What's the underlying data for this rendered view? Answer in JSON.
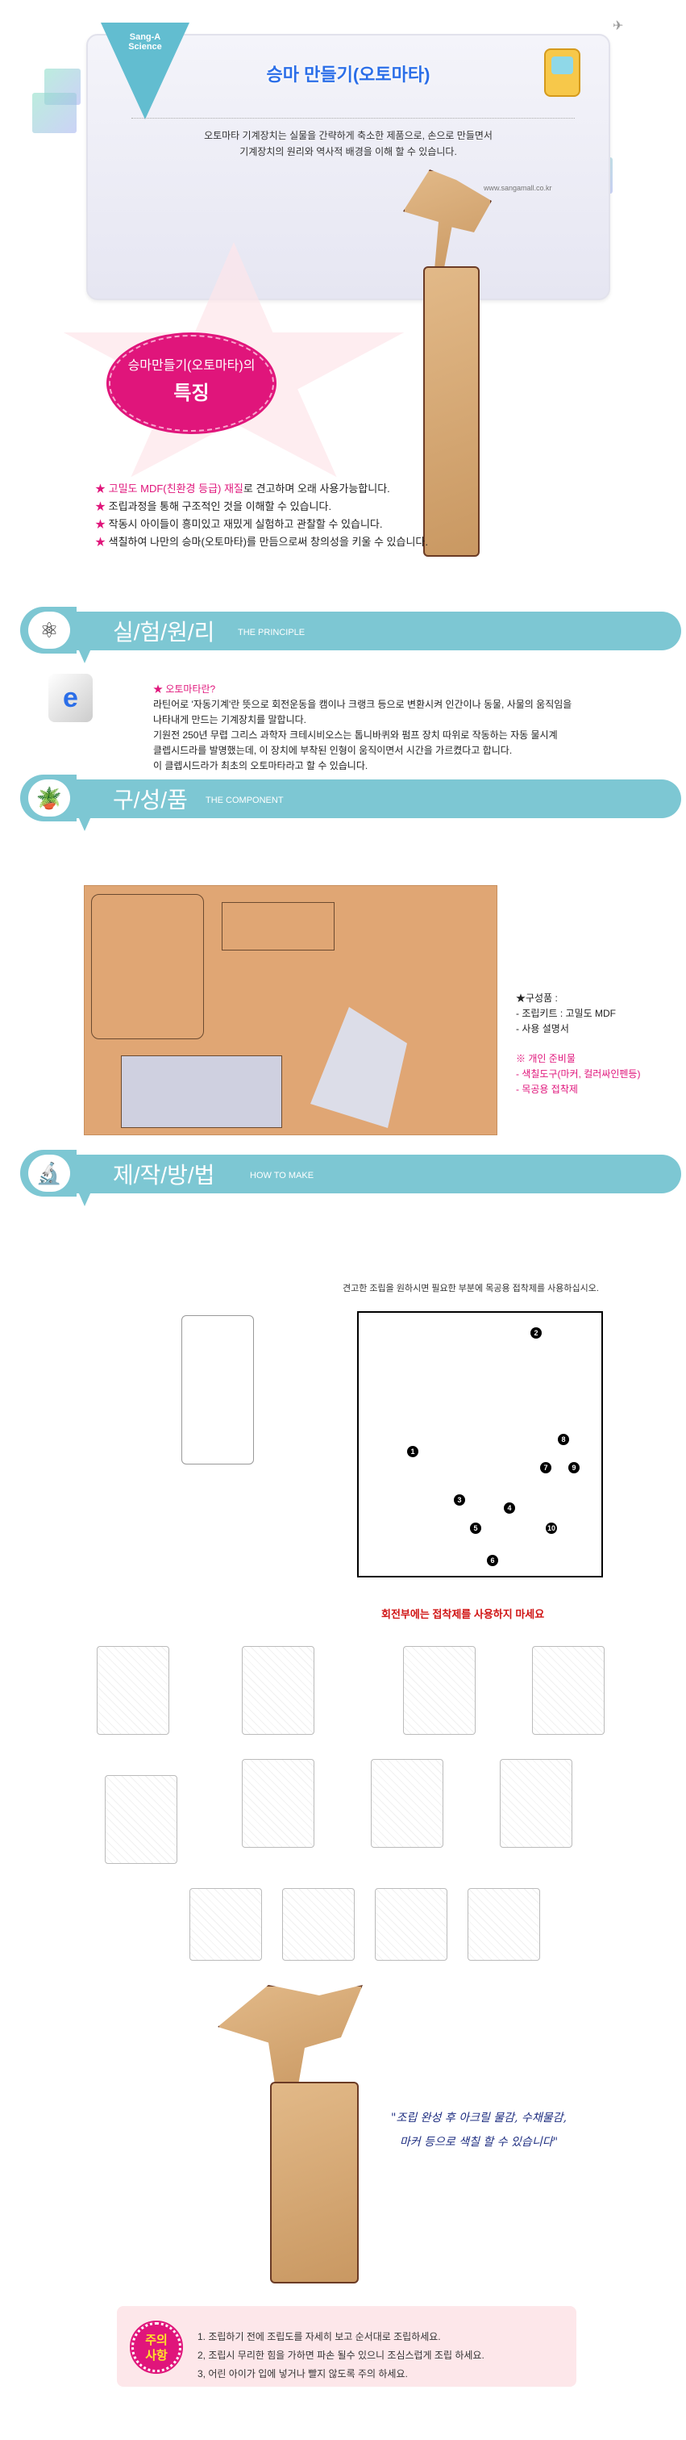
{
  "header": {
    "brand_line1": "Sang-A",
    "brand_line2": "Science",
    "title": "승마 만들기(오토마타)",
    "description_line1": "오토마타 기계장치는 실물을 간략하게 축소한 제품으로, 손으로 만들면서",
    "description_line2": "기계장치의 원리와 역사적 배경을 이해 할 수 있습니다.",
    "url": "www.sangamall.co.kr"
  },
  "features": {
    "bubble_line1": "승마만들기(오토마타)의",
    "bubble_line2": "특징",
    "items": [
      {
        "highlight": "고밀도 MDF(친환경 등급) 재질",
        "text": "로 견고하며 오래 사용가능합니다."
      },
      {
        "highlight": "",
        "text": "조립과정을 통해 구조적인 것을 이해할 수 있습니다."
      },
      {
        "highlight": "",
        "text": "작동시 아이들이 흥미있고 재밌게 실험하고 관찰할 수 있습니다."
      },
      {
        "highlight": "",
        "text": "색칠하여 나만의 승마(오토마타)를 만듬으로써 창의성을 키울 수 있습니다."
      }
    ],
    "star": "★"
  },
  "principle": {
    "title": "실/험/원/리",
    "subtitle": "THE PRINCIPLE",
    "question": "★ 오토마타란?",
    "lines": [
      "라틴어로 '자동기계'란 뜻으로 회전운동을 캠이나 크랭크 등으로 변환시켜 인간이나 동물, 사물의 움직임을",
      "나타내게 만드는 기계장치를 말합니다.",
      "기원전 250년 무렵 그리스 과학자 크테시비오스는 톱니바퀴와 펌프 장치 따위로 작동하는 자동 물시계",
      "클렙시드라를 발명했는데, 이 장치에 부착된 인형이 움직이면서 시간을 가르켰다고 합니다.",
      "이 클렙시드라가 최초의 오토마타라고 할 수 있습니다."
    ]
  },
  "component": {
    "title": "구/성/품",
    "subtitle": "THE COMPONENT",
    "heading": "★구성품 :",
    "items": [
      "- 조립키트 : 고밀도 MDF",
      "- 사용 설명서"
    ],
    "personal_heading": "※ 개인 준비물",
    "personal_items": [
      "- 색칠도구(마커, 컬러싸인펜등)",
      "- 목공용 접착제"
    ]
  },
  "howto": {
    "title": "제/작/방/법",
    "subtitle": "HOW TO MAKE",
    "glue_note": "견고한 조립을 원하시면 필요한 부분에 목공용 접착제를 사용하십시오.",
    "warning": "회전부에는 접착제를 사용하지 마세요",
    "part_numbers": [
      "1",
      "2",
      "3",
      "4",
      "5",
      "6",
      "7",
      "8",
      "9",
      "10"
    ]
  },
  "quote": {
    "line1": "\"조립 완성 후 아크릴 물감, 수채물감,",
    "line2": "마커 등으로 색칠 할 수 있습니다\""
  },
  "caution": {
    "badge_line1": "주의",
    "badge_line2": "사항",
    "items": [
      "1. 조립하기 전에 조립도를 자세히 보고 순서대로 조립하세요.",
      "2, 조립시 무리한 힘을 가하면 파손 될수 있으니 조심스럽게 조립 하세요.",
      "3, 어린 아이가 입에 넣거나 빨지 않도록 주의 하세요."
    ]
  }
}
